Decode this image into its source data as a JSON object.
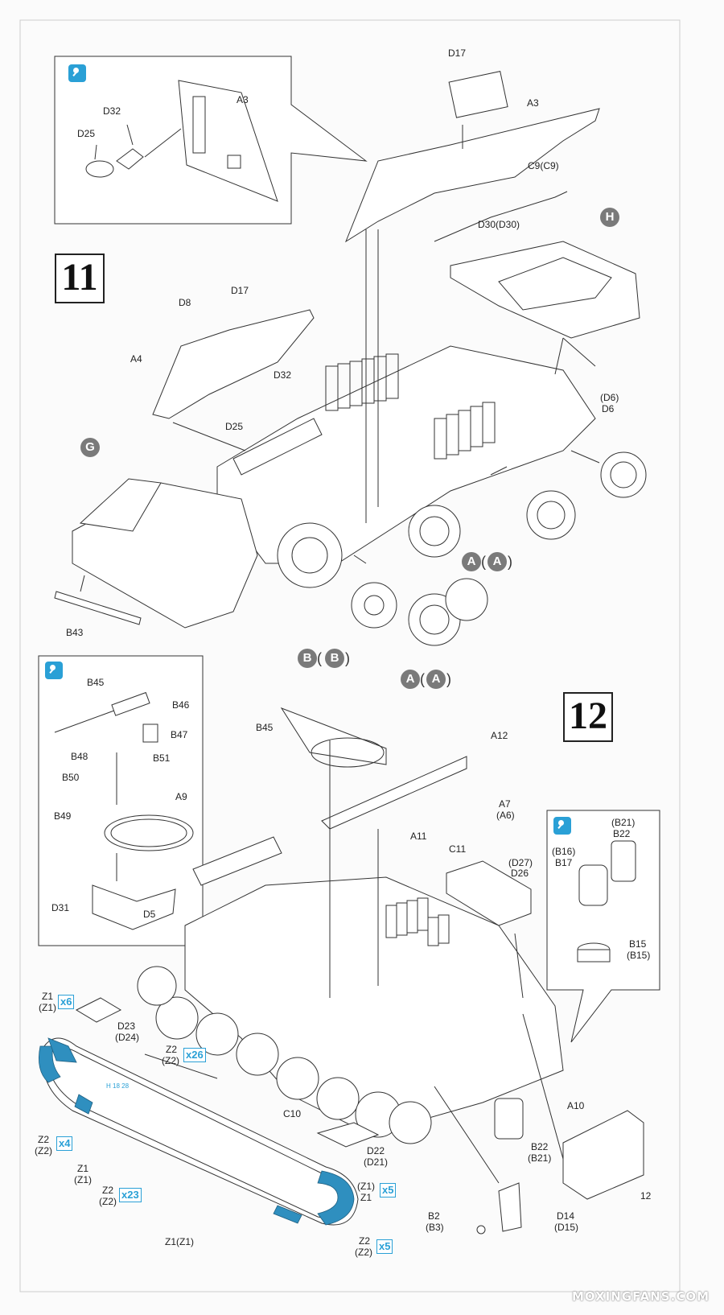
{
  "steps": {
    "step11": "11",
    "step12": "12"
  },
  "step11": {
    "inset_labels": {
      "d25": "D25",
      "d32": "D32",
      "a3": "A3"
    },
    "labels": {
      "d17_top": "D17",
      "a3": "A3",
      "c9": "C9(C9)",
      "d30": "D30(D30)",
      "d8": "D8",
      "d17": "D17",
      "a4": "A4",
      "d32": "D32",
      "d25": "D25",
      "d6_paren": "(D6)",
      "d6": "D6",
      "b43": "B43"
    },
    "callouts": {
      "h": "H",
      "g": "G",
      "a1": "A",
      "a1p": "A",
      "a2": "A",
      "a2p": "A",
      "b": "B",
      "bp": "B"
    }
  },
  "step12": {
    "inset_left": {
      "b45": "B45",
      "b46": "B46",
      "b47": "B47",
      "b48": "B48",
      "b51": "B51",
      "b50": "B50",
      "b49": "B49",
      "a9": "A9",
      "d31": "D31",
      "d5": "D5"
    },
    "inset_right": {
      "b21": "(B21)",
      "b22": "B22",
      "b16": "(B16)",
      "b17": "B17",
      "b15": "B15",
      "b15p": "(B15)"
    },
    "labels": {
      "b45": "B45",
      "a12": "A12",
      "a7": "A7",
      "a6": "(A6)",
      "a11": "A11",
      "c11": "C11",
      "d27": "(D27)",
      "d26": "D26",
      "d23": "D23",
      "d24": "(D24)",
      "c10": "C10",
      "d22": "D22",
      "d21": "(D21)",
      "a10": "A10",
      "b22": "B22",
      "b21": "(B21)",
      "b2": "B2",
      "b3": "(B3)",
      "d14": "D14",
      "d15": "(D15)",
      "a10b": "12"
    },
    "track_labels": {
      "z1a": "Z1",
      "z1a_p": "(Z1)",
      "z2a": "Z2",
      "z2a_p": "(Z2)",
      "z2b": "Z2",
      "z2b_p": "(Z2)",
      "z1b": "Z1",
      "z1b_p": "(Z1)",
      "z2c": "Z2",
      "z2c_p": "(Z2)",
      "z1c_p": "(Z1)",
      "z1c": "Z1",
      "z1d": "Z1(Z1)",
      "z2d": "Z2",
      "z2d_p": "(Z2)"
    },
    "quantities": {
      "q1": "x6",
      "q2": "x26",
      "q3": "x4",
      "q4": "x23",
      "q5": "x5",
      "q6": "x5"
    },
    "ref_small": "H 18 28"
  },
  "watermark": "MOXINGFANS.COM",
  "colors": {
    "line": "#333333",
    "accent": "#2aa0d6",
    "callout": "#7a7a7a",
    "track": "#2f8fbf",
    "paper": "#fbfbfb"
  }
}
